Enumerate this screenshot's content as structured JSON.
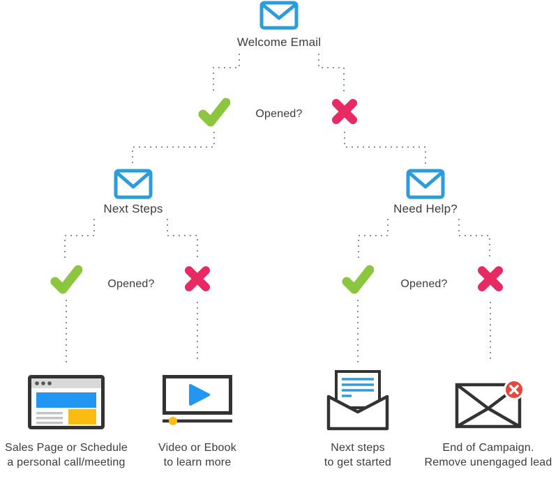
{
  "flowchart": {
    "root_label": "Welcome Email",
    "root_question": "Opened?",
    "left_node_label": "Next Steps",
    "left_question": "Opened?",
    "right_node_label": "Need Help?",
    "right_question": "Opened?",
    "outcomes": [
      {
        "icon": "browser-icon",
        "line1": "Sales Page or Schedule",
        "line2": "a personal call/meeting"
      },
      {
        "icon": "video-player-icon",
        "line1": "Video or Ebook",
        "line2": "to learn more"
      },
      {
        "icon": "open-envelope-icon",
        "line1": "Next steps",
        "line2": "to get started"
      },
      {
        "icon": "envelope-error-icon",
        "line1": "End of Campaign.",
        "line2": "Remove unengaged lead"
      }
    ]
  },
  "icons": {
    "node": "email-icon",
    "yes": "check-icon",
    "no": "x-icon"
  },
  "colors": {
    "envelope_blue": "#2D9CDB",
    "check_green": "#8CC63F",
    "x_pink": "#E72964",
    "icon_outline": "#333333",
    "connector_gray": "#8C8C8C",
    "accent_yellow": "#FBBC12",
    "error_red": "#E8463C",
    "content_blue": "#2196F3",
    "toolbar_gray": "#D9D9D9",
    "text": "#3B3B3B"
  }
}
